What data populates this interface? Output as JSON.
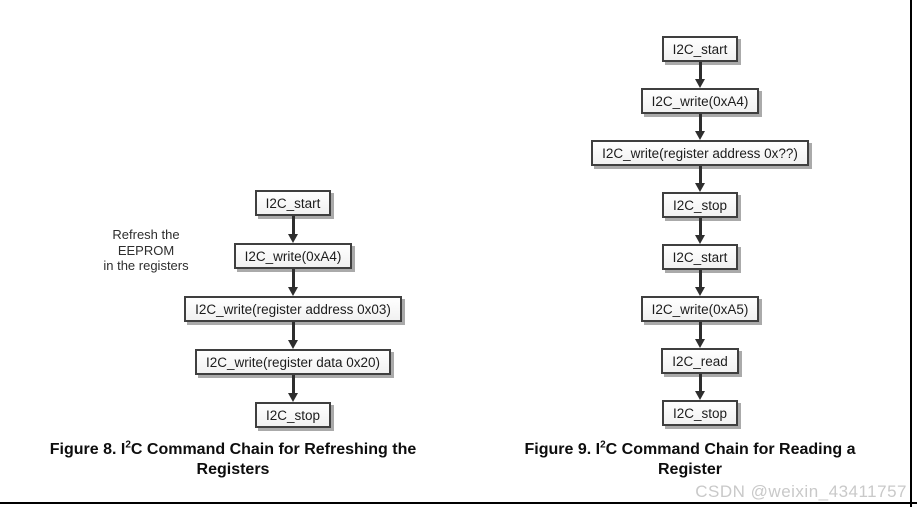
{
  "page": {
    "watermark": "CSDN @weixin_43411757"
  },
  "colors": {
    "box_border": "#3f3f3f",
    "box_fill_top": "#ffffff",
    "box_fill_bottom": "#f1f1f1",
    "box_shadow": "#aaaaaa",
    "arrow": "#2e2e2e",
    "text": "#1c1c1c",
    "caption_text": "#0d0d0d",
    "watermark_text": "#c9c9c9",
    "frame_line": "#000000"
  },
  "figure8": {
    "side_note": {
      "lines": [
        "Refresh the",
        "EEPROM",
        "in the registers"
      ]
    },
    "nodes": [
      {
        "label": "I2C_start"
      },
      {
        "label": "I2C_write(0xA4)"
      },
      {
        "label": "I2C_write(register address 0x03)"
      },
      {
        "label": "I2C_write(register data 0x20)"
      },
      {
        "label": "I2C_stop"
      }
    ],
    "caption": {
      "pre": "Figure 8. I",
      "sup": "2",
      "rest": "C Command Chain for Refreshing the",
      "line2": "Registers"
    }
  },
  "figure9": {
    "nodes": [
      {
        "label": "I2C_start"
      },
      {
        "label": "I2C_write(0xA4)"
      },
      {
        "label": "I2C_write(register address 0x??)"
      },
      {
        "label": "I2C_stop"
      },
      {
        "label": "I2C_start"
      },
      {
        "label": "I2C_write(0xA5)"
      },
      {
        "label": "I2C_read"
      },
      {
        "label": "I2C_stop"
      }
    ],
    "caption": {
      "pre": "Figure 9. I",
      "sup": "2",
      "rest": "C Command Chain for Reading a",
      "line2": "Register"
    }
  }
}
